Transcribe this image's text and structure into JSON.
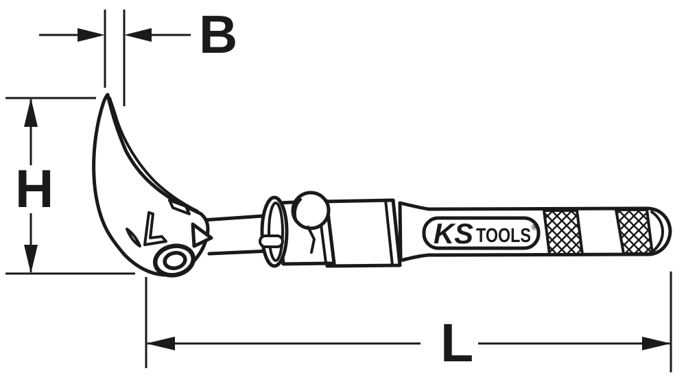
{
  "drawing": {
    "type": "technical-dimension-diagram",
    "colors": {
      "line": "#1a1a1a",
      "background": "#ffffff"
    },
    "dimensions": {
      "width_label": "B",
      "height_label": "H",
      "length_label": "L"
    },
    "logo": {
      "ks": "KS",
      "tools": "TOOLS",
      "registered": "®"
    }
  }
}
